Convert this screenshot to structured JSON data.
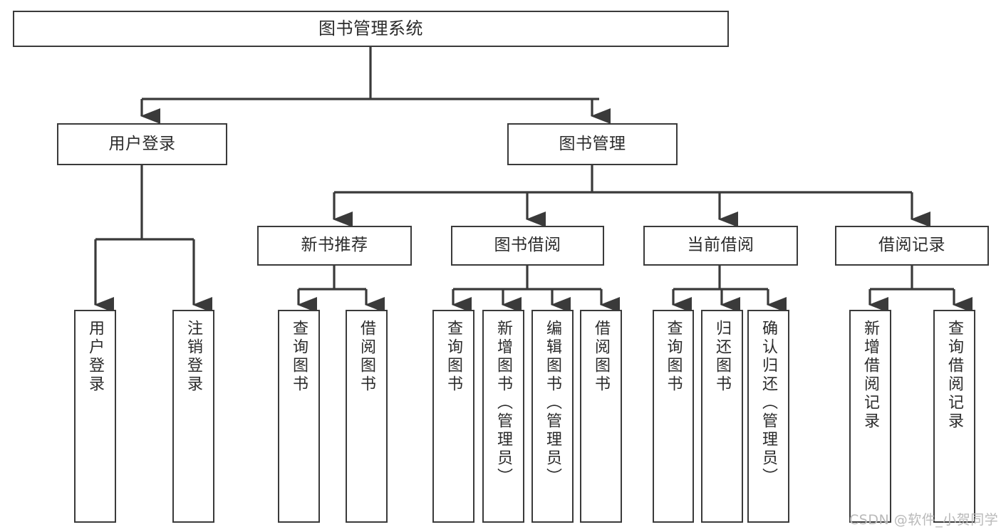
{
  "diagram": {
    "title": "图书管理系统",
    "type": "tree-hierarchy-chart",
    "theme": {
      "border_color": "#3a3a3a",
      "text_color": "#2b2b2b",
      "background": "#ffffff",
      "watermark_color": "#b9b9b9"
    },
    "root": {
      "label": "图书管理系统"
    },
    "level1": [
      {
        "label": "用户登录"
      },
      {
        "label": "图书管理"
      }
    ],
    "level2": [
      {
        "label": "新书推荐"
      },
      {
        "label": "图书借阅"
      },
      {
        "label": "当前借阅"
      },
      {
        "label": "借阅记录"
      }
    ],
    "leaves": {
      "user_login": [
        {
          "label": "用户登录"
        },
        {
          "label": "注销登录"
        }
      ],
      "new_book_recommend": [
        {
          "label": "查询图书"
        },
        {
          "label": "借阅图书"
        }
      ],
      "book_borrow": [
        {
          "label": "查询图书"
        },
        {
          "label": "新增图书（管理员）"
        },
        {
          "label": "编辑图书（管理员）"
        },
        {
          "label": "借阅图书"
        }
      ],
      "current_borrow": [
        {
          "label": "查询图书"
        },
        {
          "label": "归还图书"
        },
        {
          "label": "确认归还（管理员）"
        }
      ],
      "borrow_record": [
        {
          "label": "新增借阅记录"
        },
        {
          "label": "查询借阅记录"
        }
      ]
    },
    "watermark": "CSDN @软件_小贺同学"
  }
}
